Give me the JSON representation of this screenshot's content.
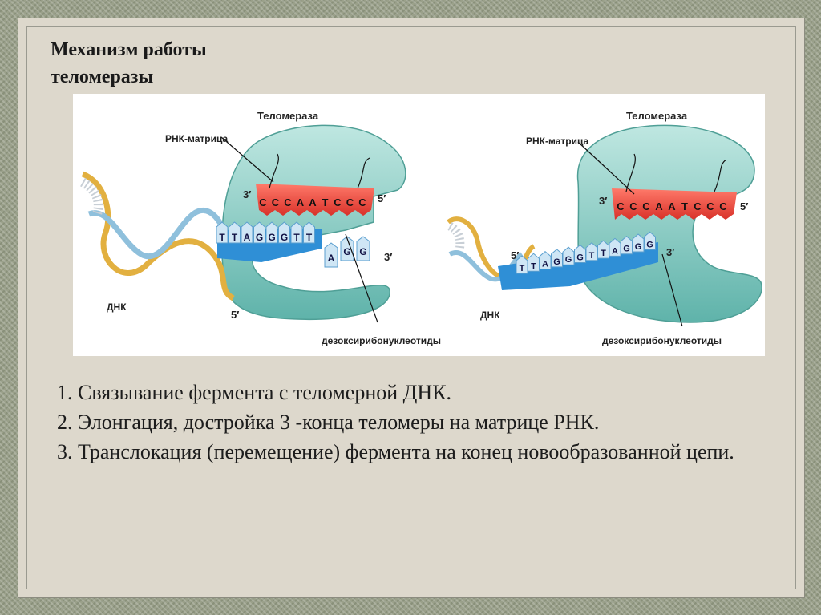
{
  "slide": {
    "title_line1": "Механизм работы",
    "title_line2": "теломеразы"
  },
  "figure": {
    "left": {
      "enzyme_label": "Теломераза",
      "rna_label": "РНК-матрица",
      "dna_label": "ДНК",
      "nucleotides_label": "дезоксирибонуклеотиды",
      "rna_sequence": [
        "C",
        "C",
        "C",
        "A",
        "A",
        "T",
        "C",
        "C",
        "C"
      ],
      "dna_sequence": [
        "T",
        "T",
        "A",
        "G",
        "G",
        "G",
        "T",
        "T"
      ],
      "free_nucleotides": [
        "A",
        "G",
        "G"
      ],
      "end_3_rna": "3′",
      "end_5_rna": "5′",
      "end_3_dna": "3′",
      "end_5_helix": "5′"
    },
    "right": {
      "enzyme_label": "Теломераза",
      "rna_label": "РНК-матрица",
      "dna_label": "ДНК",
      "nucleotides_label": "дезоксирибонуклеотиды",
      "rna_sequence": [
        "C",
        "C",
        "C",
        "A",
        "A",
        "T",
        "C",
        "C",
        "C"
      ],
      "dna_sequence": [
        "T",
        "T",
        "A",
        "G",
        "G",
        "G",
        "T",
        "T",
        "A",
        "G",
        "G",
        "G"
      ],
      "end_3_rna": "3′",
      "end_5_rna": "5′",
      "end_3_dna": "3′",
      "end_5_dna": "5′"
    }
  },
  "steps": [
    "1. Связывание фермента с теломерной ДНК.",
    "2. Элонгация, достройка 3 -конца теломеры на матрице РНК.",
    "3. Транслокация (перемещение) фермента на конец новообразованной цепи."
  ],
  "colors": {
    "enzyme": "#8fd0c8",
    "rna": "#e0463c",
    "dna_strand": "#2f8fd6",
    "helix_gold": "#e2b040",
    "helix_blue": "#8fc0dc"
  }
}
